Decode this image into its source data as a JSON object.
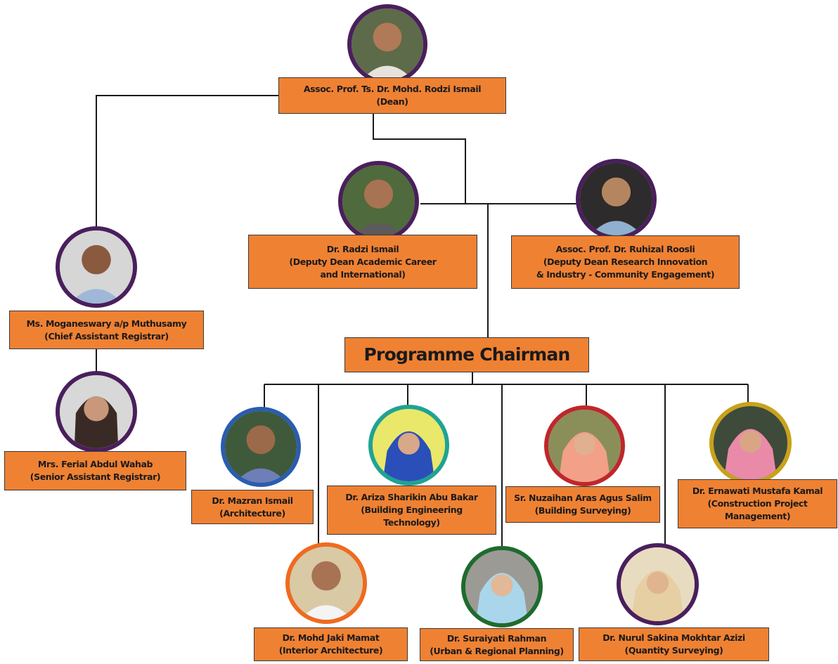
{
  "dean": {
    "name": "Assoc. Prof. Ts. Dr. Mohd. Rodzi Ismail",
    "role": "(Dean)"
  },
  "deputy_academic": {
    "name": "Dr. Radzi Ismail",
    "role_line1": "(Deputy Dean Academic Career",
    "role_line2": "and International)"
  },
  "deputy_research": {
    "name": "Assoc. Prof. Dr. Ruhizal Roosli",
    "role_line1": "(Deputy Dean Research Innovation",
    "role_line2": "& Industry - Community Engagement)"
  },
  "chief_registrar": {
    "name": "Ms. Moganeswary a/p Muthusamy",
    "role": "(Chief Assistant Registrar)"
  },
  "senior_registrar": {
    "name": "Mrs. Ferial Abdul Wahab",
    "role": "(Senior Assistant Registrar)"
  },
  "programme_chairman": {
    "label": "Programme Chairman"
  },
  "chairs": [
    {
      "name": "Dr. Mazran Ismail",
      "programme": "(Architecture)",
      "ring_color": "#2a5db0"
    },
    {
      "name": "Dr. Ariza Sharikin Abu Bakar",
      "programme_line1": "(Building Engineering",
      "programme_line2": "Technology)",
      "ring_color": "#1fa394"
    },
    {
      "name": "Sr. Nuzaihan Aras Agus Salim",
      "programme": "(Building Surveying)",
      "ring_color": "#c0262b"
    },
    {
      "name": "Dr. Ernawati Mustafa Kamal",
      "programme_line1": "(Construction Project",
      "programme_line2": "Management)",
      "ring_color": "#c9a21a"
    },
    {
      "name": "Dr. Mohd Jaki Mamat",
      "programme": "(Interior Architecture)",
      "ring_color": "#f06a1f"
    },
    {
      "name": "Dr. Suraiyati Rahman",
      "programme": "(Urban & Regional Planning)",
      "ring_color": "#1f6b2e"
    },
    {
      "name": "Dr. Nurul Sakina Mokhtar Azizi",
      "programme": "(Quantity Surveying)",
      "ring_color": "#4a1f5c"
    }
  ],
  "colors": {
    "box_fill": "#ef8133",
    "connector": "#1a1a1a",
    "leadership_ring": "#4a1f5c"
  }
}
